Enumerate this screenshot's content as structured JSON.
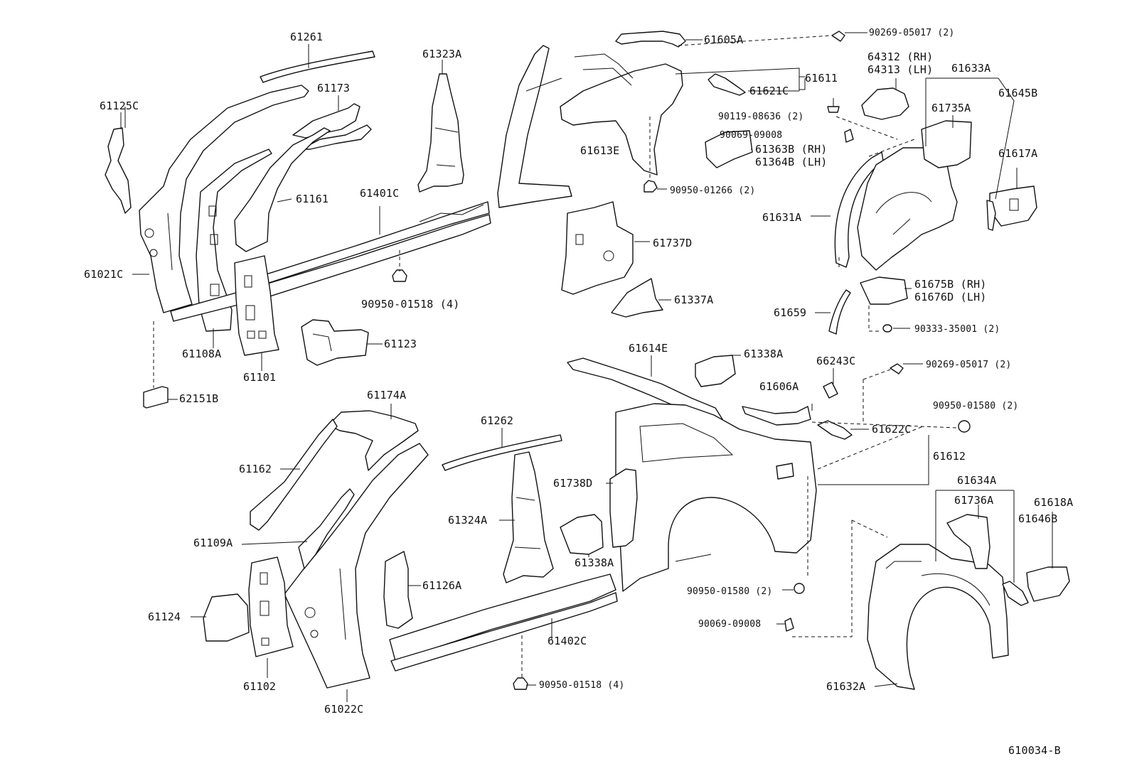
{
  "diagram_ref": "610034-B",
  "parts": [
    {
      "key": "p61261",
      "text": "61261"
    },
    {
      "key": "p61173",
      "text": "61173"
    },
    {
      "key": "p61125C",
      "text": "61125C"
    },
    {
      "key": "p61323A",
      "text": "61323A"
    },
    {
      "key": "p61161",
      "text": "61161"
    },
    {
      "key": "p61401C",
      "text": "61401C"
    },
    {
      "key": "p61021C",
      "text": "61021C"
    },
    {
      "key": "p90950_01518_a",
      "text": "90950-01518 (4)"
    },
    {
      "key": "p61123",
      "text": "61123"
    },
    {
      "key": "p61108A",
      "text": "61108A"
    },
    {
      "key": "p61101",
      "text": "61101"
    },
    {
      "key": "p62151B",
      "text": "62151B"
    },
    {
      "key": "p61605A",
      "text": "61605A"
    },
    {
      "key": "p90269_05017_a",
      "text": "90269-05017 (2)"
    },
    {
      "key": "p64312",
      "text": "64312 (RH)"
    },
    {
      "key": "p64313",
      "text": "64313 (LH)"
    },
    {
      "key": "p61633A",
      "text": "61633A"
    },
    {
      "key": "p61611",
      "text": "61611"
    },
    {
      "key": "p61621C",
      "text": "61621C"
    },
    {
      "key": "p61645B",
      "text": "61645B"
    },
    {
      "key": "p61735A",
      "text": "61735A"
    },
    {
      "key": "p90119_08636",
      "text": "90119-08636 (2)"
    },
    {
      "key": "p90069_09008_a",
      "text": "90069-09008"
    },
    {
      "key": "p61613E",
      "text": "61613E"
    },
    {
      "key": "p61363B",
      "text": "61363B (RH)"
    },
    {
      "key": "p61364B",
      "text": "61364B (LH)"
    },
    {
      "key": "p61617A",
      "text": "61617A"
    },
    {
      "key": "p90950_01266",
      "text": "90950-01266 (2)"
    },
    {
      "key": "p61631A",
      "text": "61631A"
    },
    {
      "key": "p61737D",
      "text": "61737D"
    },
    {
      "key": "p61337A",
      "text": "61337A"
    },
    {
      "key": "p61675B",
      "text": "61675B (RH)"
    },
    {
      "key": "p61676D",
      "text": "61676D (LH)"
    },
    {
      "key": "p61659",
      "text": "61659"
    },
    {
      "key": "p90333_35001",
      "text": "90333-35001 (2)"
    },
    {
      "key": "p61614E",
      "text": "61614E"
    },
    {
      "key": "p61338A_a",
      "text": "61338A"
    },
    {
      "key": "p66243C",
      "text": "66243C"
    },
    {
      "key": "p90269_05017_b",
      "text": "90269-05017 (2)"
    },
    {
      "key": "p61606A",
      "text": "61606A"
    },
    {
      "key": "p90950_01580_a",
      "text": "90950-01580 (2)"
    },
    {
      "key": "p61622C",
      "text": "61622C"
    },
    {
      "key": "p61612",
      "text": "61612"
    },
    {
      "key": "p61174A",
      "text": "61174A"
    },
    {
      "key": "p61262",
      "text": "61262"
    },
    {
      "key": "p61162",
      "text": "61162"
    },
    {
      "key": "p61738D",
      "text": "61738D"
    },
    {
      "key": "p61634A",
      "text": "61634A"
    },
    {
      "key": "p61736A",
      "text": "61736A"
    },
    {
      "key": "p61618A",
      "text": "61618A"
    },
    {
      "key": "p61646B",
      "text": "61646B"
    },
    {
      "key": "p61324A",
      "text": "61324A"
    },
    {
      "key": "p61109A",
      "text": "61109A"
    },
    {
      "key": "p61338A_b",
      "text": "61338A"
    },
    {
      "key": "p61126A",
      "text": "61126A"
    },
    {
      "key": "p90950_01580_b",
      "text": "90950-01580 (2)"
    },
    {
      "key": "p61124",
      "text": "61124"
    },
    {
      "key": "p90069_09008_b",
      "text": "90069-09008"
    },
    {
      "key": "p61402C",
      "text": "61402C"
    },
    {
      "key": "p61102",
      "text": "61102"
    },
    {
      "key": "p90950_01518_b",
      "text": "90950-01518 (4)"
    },
    {
      "key": "p61632A",
      "text": "61632A"
    },
    {
      "key": "p61022C",
      "text": "61022C"
    }
  ]
}
